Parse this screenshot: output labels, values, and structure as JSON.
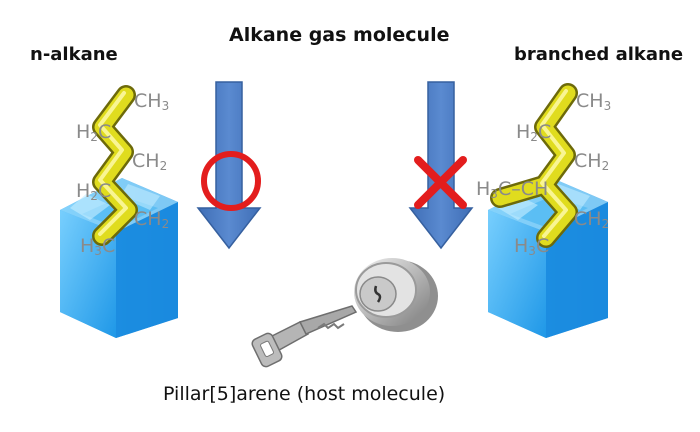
{
  "title": "Alkane gas molecule",
  "left_label": "n-alkane",
  "right_label": "branched alkane",
  "caption": "Pillar[5]arene (host molecule)",
  "left_molecule": {
    "atoms": [
      {
        "main": "CH",
        "sub": "3"
      },
      {
        "main": "H",
        "sub": "2",
        "tail": "C"
      },
      {
        "main": "CH",
        "sub": "2"
      },
      {
        "main": "H",
        "sub": "2",
        "tail": "C"
      },
      {
        "main": "CH",
        "sub": "2"
      },
      {
        "main": "H",
        "sub": "3",
        "tail": "C"
      }
    ]
  },
  "right_molecule": {
    "atoms": [
      {
        "main": "CH",
        "sub": "3"
      },
      {
        "main": "H",
        "sub": "2",
        "tail": "C"
      },
      {
        "main": "CH",
        "sub": "2"
      },
      {
        "main": "H",
        "sub": "3",
        "tail": "C–CH"
      },
      {
        "main": "CH",
        "sub": "2"
      },
      {
        "main": "H",
        "sub": "3",
        "tail": "C"
      }
    ]
  },
  "colors": {
    "arrow": "#4a78be",
    "host_cube": "#3fb3f2",
    "chain": "#e0dc1e",
    "ok_circle": "#e31d1d",
    "reject_cross": "#e31d1d",
    "chem_text": "#8a8a8a"
  },
  "icons": {
    "accept": "circle-icon",
    "reject": "cross-icon",
    "lock": "lock-icon",
    "key": "key-icon"
  }
}
